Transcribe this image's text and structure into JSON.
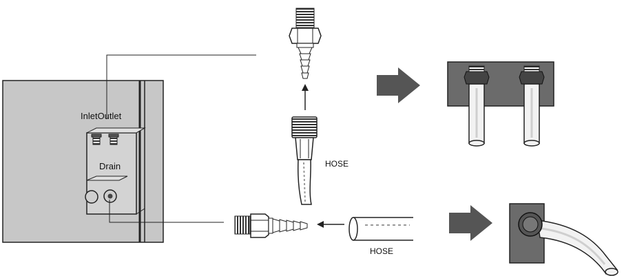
{
  "labels": {
    "inlet_outlet": "InletOutlet",
    "drain": "Drain",
    "hose_top": "HOSE",
    "hose_bottom": "HOSE"
  },
  "colors": {
    "cabinet_fill": "#c7c7c7",
    "panel_fill": "#d3d3d3",
    "line": "#222222",
    "arrow_fill": "#555555",
    "plate_fill": "#6b6b6b",
    "pipe_fill": "#f2f2f2",
    "hose_stripe": "#e8e8e8"
  },
  "icons": [
    "right-arrow-icon",
    "up-arrow-icon",
    "left-arrow-icon"
  ]
}
